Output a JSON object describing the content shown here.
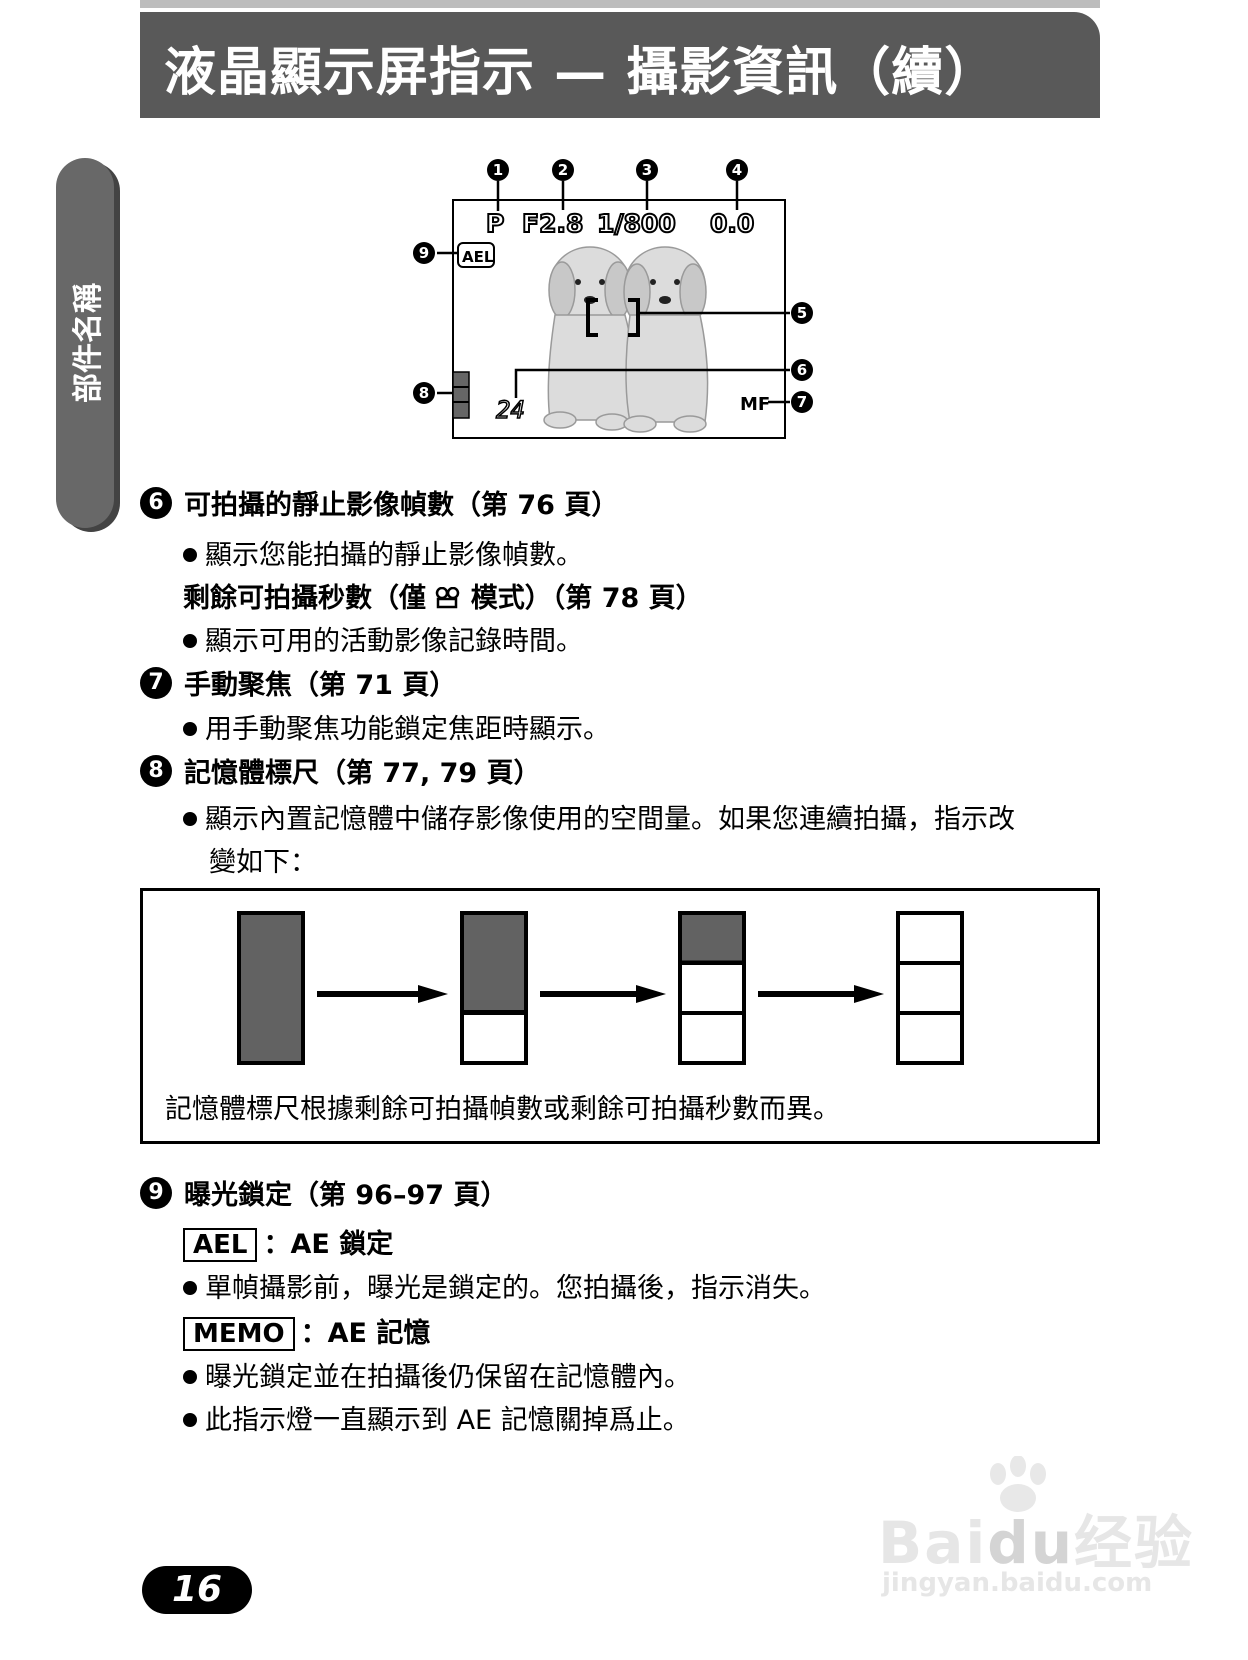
{
  "header": {
    "title": "液晶顯示屏指示 — 攝影資訊（續）"
  },
  "side_tab": {
    "label": "部件名稱"
  },
  "lcd": {
    "mode": "P",
    "aperture": "F2.8",
    "shutter": "1/800",
    "exposure_comp": "0.0",
    "ael_label": "AEL",
    "frames_remaining": "24",
    "mf_label": "MF",
    "callouts": [
      "1",
      "2",
      "3",
      "4",
      "5",
      "6",
      "7",
      "8",
      "9"
    ]
  },
  "sections": {
    "s6": {
      "number": "6",
      "title": "可拍攝的靜止影像幀數（第 76 頁）",
      "bullet1": "顯示您能拍攝的靜止影像幀數。",
      "subhead": "剩餘可拍攝秒數（僅 ",
      "subhead_icon": "movie-icon",
      "subhead_tail": " 模式）（第 78 頁）",
      "bullet2": "顯示可用的活動影像記錄時間。"
    },
    "s7": {
      "number": "7",
      "title": "手動聚焦（第 71 頁）",
      "bullet1": "用手動聚焦功能鎖定焦距時顯示。"
    },
    "s8": {
      "number": "8",
      "title": "記憶體標尺（第 77, 79 頁）",
      "bullet1_line1": "顯示內置記憶體中儲存影像使用的空間量。如果您連續拍攝，指示改",
      "bullet1_line2": "變如下："
    },
    "memory_gauge": {
      "caption": "記憶體標尺根據剩餘可拍攝幀數或剩餘可拍攝秒數而異。",
      "fill_levels": [
        1.0,
        0.66,
        0.33,
        0.0
      ],
      "fill_color": "#626262"
    },
    "s9": {
      "number": "9",
      "title": "曝光鎖定（第 96–97 頁）",
      "ael_box": "AEL",
      "ael_desc": "：AE 鎖定",
      "ael_bullet": "單幀攝影前，曝光是鎖定的。您拍攝後，指示消失。",
      "memo_box": "MEMO",
      "memo_desc": "：AE 記憶",
      "memo_bullet1": "曝光鎖定並在拍攝後仍保留在記憶體內。",
      "memo_bullet2": "此指示燈一直顯示到 AE 記憶關掉爲止。"
    }
  },
  "footer": {
    "page_number": "16"
  },
  "watermark": {
    "brand": "Bai",
    "brand2": "du",
    "brand3": "经验",
    "url": "jingyan.baidu.com"
  }
}
